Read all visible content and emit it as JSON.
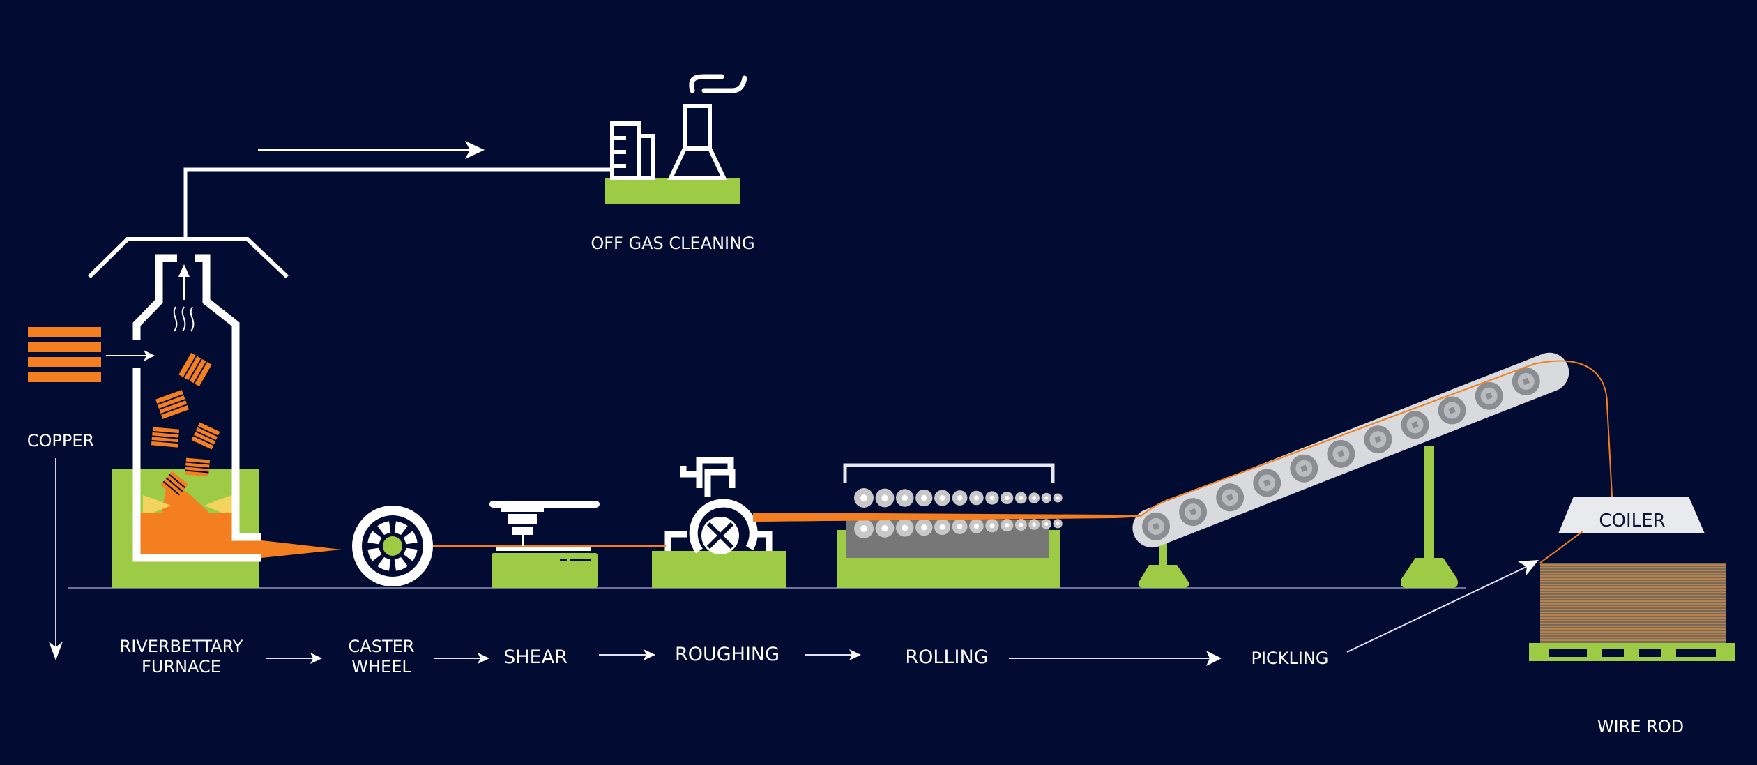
{
  "colors": {
    "background": "#020c33",
    "white": "#ffffff",
    "green": "#9ecb45",
    "orange": "#f47f20",
    "flame": "#f1d35d",
    "roller_light": "#c8c8c8",
    "roller_dark": "#8a8d92",
    "rolling_housing": "#777777",
    "conveyor": "#d9dadd",
    "coiler": "#e9eaee",
    "baseline": "#6d7396"
  },
  "labels": {
    "off_gas": "OFF GAS CLEANING",
    "copper": "COPPER",
    "coiler": "COILER",
    "wire_rod": "WIRE ROD"
  },
  "steps": [
    {
      "id": "furnace",
      "lines": [
        "RIVERBETTARY",
        "FURNACE"
      ]
    },
    {
      "id": "caster-wheel",
      "lines": [
        "CASTER",
        "WHEEL"
      ]
    },
    {
      "id": "shear",
      "lines": [
        "SHEAR"
      ]
    },
    {
      "id": "roughing",
      "lines": [
        "ROUGHING"
      ]
    },
    {
      "id": "rolling",
      "lines": [
        "ROLLING"
      ]
    },
    {
      "id": "pickling",
      "lines": [
        "PICKLING"
      ]
    }
  ],
  "icons": {
    "furnace": "furnace-icon",
    "factory": "factory-icon",
    "caster": "caster-wheel-icon",
    "shear": "shear-icon",
    "roughing": "roughing-mill-icon",
    "rolling": "rolling-mill-icon",
    "pickling": "pickling-conveyor-icon",
    "coiler": "coiler-icon",
    "wire_rod": "wire-rod-stack-icon",
    "copper": "copper-bars-icon"
  },
  "rolling_mill": {
    "roll_pairs": 13
  },
  "pickling_line": {
    "rollers": 11
  }
}
